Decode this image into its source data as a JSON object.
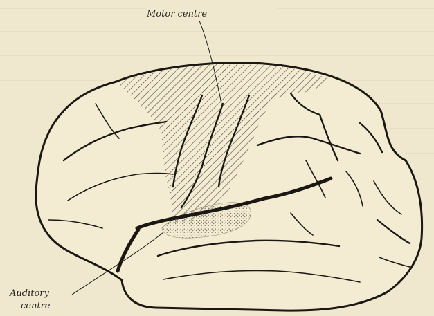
{
  "figure": {
    "labels": {
      "motor_centre": "Motor centre",
      "auditory_line1": "Auditory",
      "auditory_line2": "centre"
    },
    "colors": {
      "paper": "#efe8cf",
      "ink": "#1b1712",
      "motor_hatch": "#3a332a",
      "auditory_stipple": "#6d6455"
    },
    "regions": [
      "motor-area-hatched",
      "auditory-area-stippled"
    ]
  }
}
